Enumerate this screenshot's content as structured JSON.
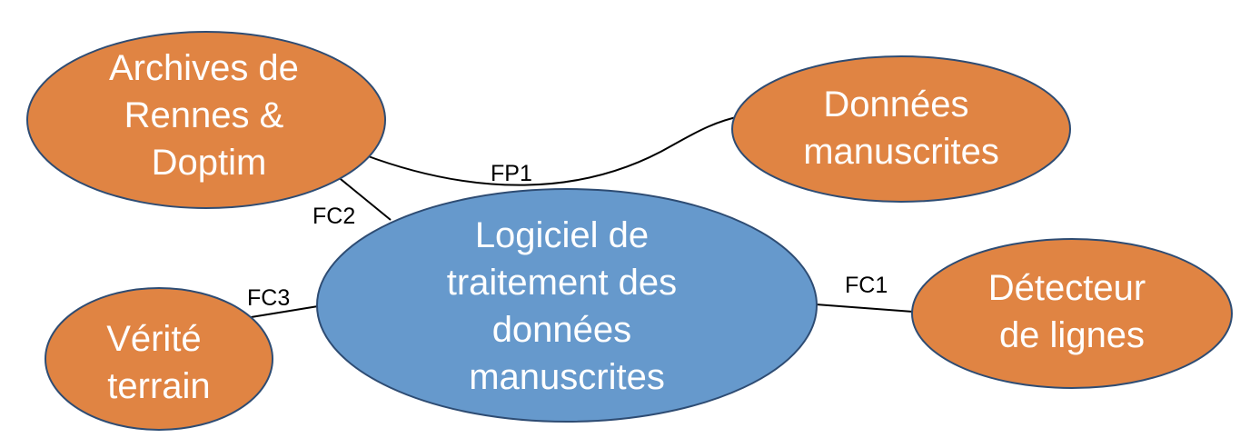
{
  "colors": {
    "peripheral_fill": "#E08443",
    "peripheral_stroke": "#2E4C73",
    "center_fill": "#6699CC",
    "center_stroke": "#2E4C73",
    "edge": "#000000",
    "text": "#FFFFFF"
  },
  "nodes": {
    "archives": {
      "lines": [
        "Archives de",
        "Rennes &",
        "Doptim"
      ]
    },
    "donnees": {
      "lines": [
        "Données",
        "manuscrites"
      ]
    },
    "logiciel": {
      "lines": [
        "Logiciel de",
        "traitement des",
        "données",
        "manuscrites"
      ]
    },
    "detecteur": {
      "lines": [
        "Détecteur",
        "de lignes"
      ]
    },
    "verite": {
      "lines": [
        "Vérité",
        "terrain"
      ]
    }
  },
  "edges": {
    "fp1": {
      "label": "FP1"
    },
    "fc2": {
      "label": "FC2"
    },
    "fc3": {
      "label": "FC3"
    },
    "fc1": {
      "label": "FC1"
    }
  }
}
